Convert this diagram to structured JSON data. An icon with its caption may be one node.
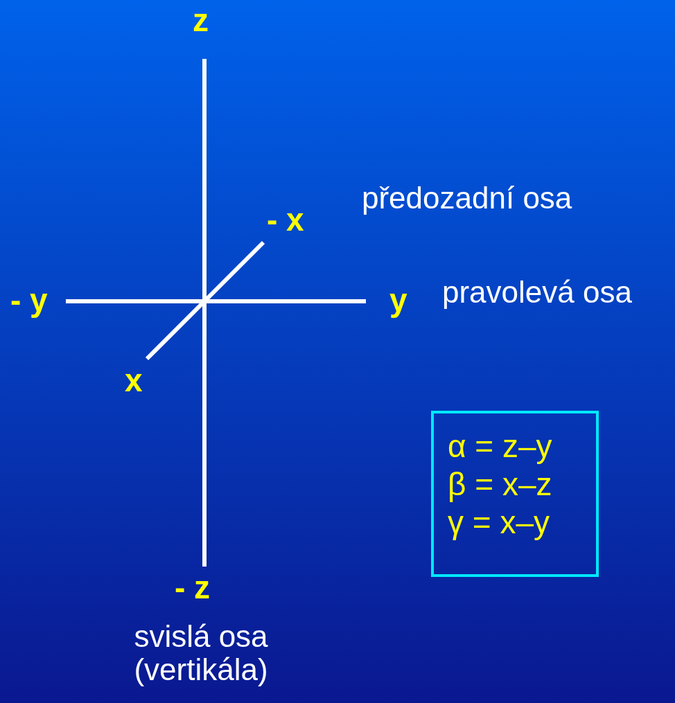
{
  "diagram": {
    "nodes": [
      {
        "text": [
          "α = z–y",
          "β = x–z",
          "γ = x–y"
        ]
      }
    ],
    "labels": [
      "z",
      "předozadní osa",
      "- x",
      "- y",
      "y",
      "pravolevá osa",
      "x",
      "- z",
      "svislá osa (vertikála)"
    ]
  }
}
